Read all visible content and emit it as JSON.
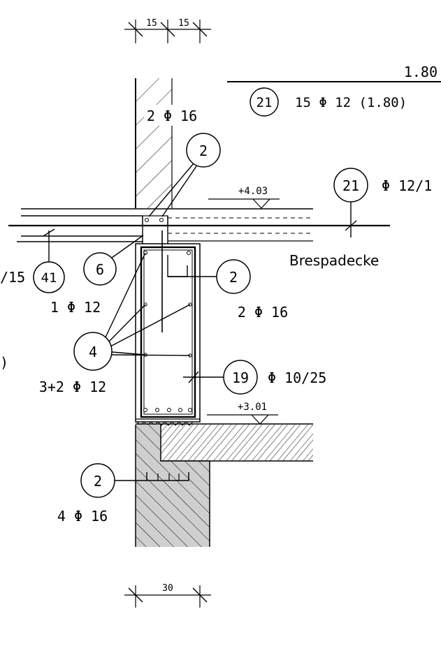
{
  "dimensions": {
    "top_left": "15",
    "top_right": "15",
    "bottom": "30"
  },
  "levels": {
    "ceiling": "+4.03",
    "floor": "+3.01"
  },
  "top_right_value": "1.80",
  "labels": {
    "wall_bars": "2 Φ 16",
    "callout_21_top_num": "21",
    "callout_21_top_text": "15 Φ 12 (1.80)",
    "callout_2_top_num": "2",
    "callout_21_mid_num": "21",
    "callout_21_mid_text": "Φ 12/1",
    "slab_name": "Brespadecke",
    "left_partial": "/15",
    "callout_41_num": "41",
    "callout_41_text": "1 Φ 12",
    "callout_6_num": "6",
    "callout_2_mid_num": "2",
    "callout_2_mid_text": "2 Φ 16",
    "callout_4_num": "4",
    "callout_4_text": "3+2 Φ 12",
    "left_paren": ")",
    "callout_19_num": "19",
    "callout_19_text": "Φ 10/25",
    "callout_2_bot_num": "2",
    "callout_2_bot_text": "4 Φ 16"
  },
  "colors": {
    "line": "#000000",
    "hatch_fill": "#cfcfcf",
    "background": "#ffffff"
  }
}
